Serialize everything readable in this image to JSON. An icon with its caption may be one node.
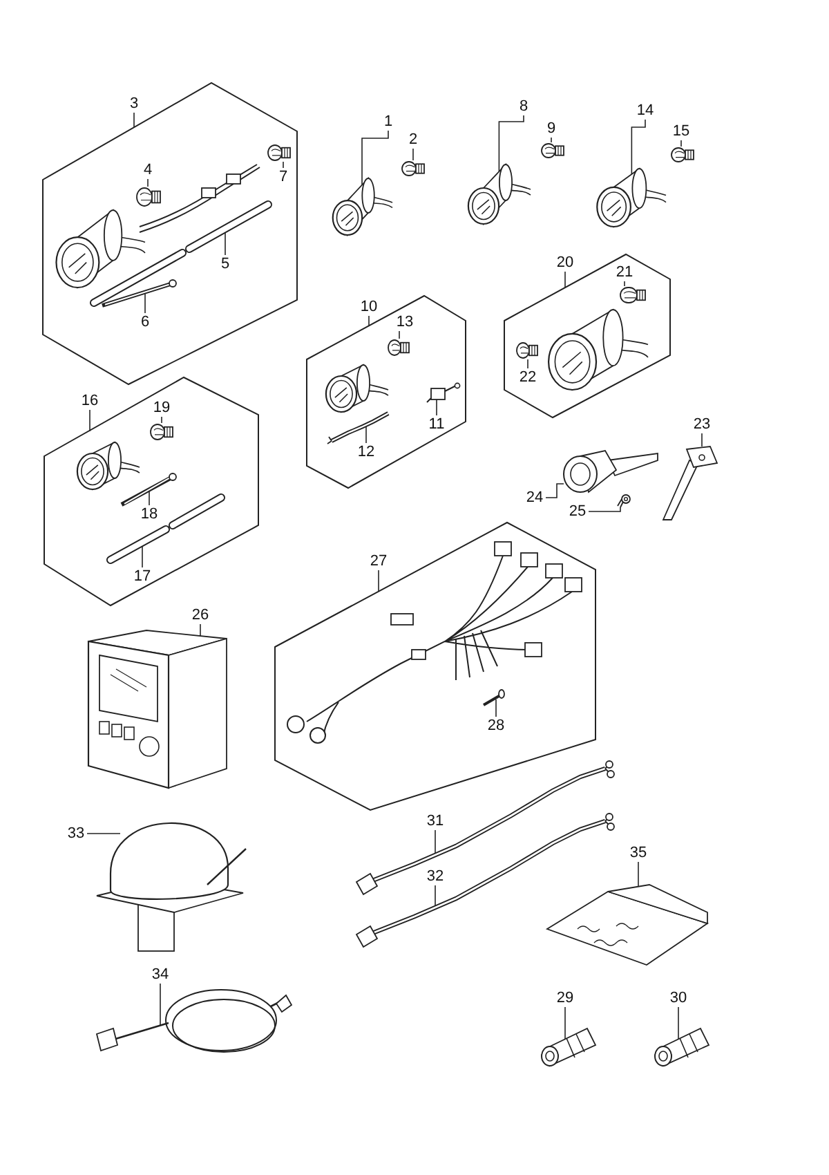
{
  "diagram": {
    "nodes": [
      {
        "text": [
          "3"
        ]
      },
      {
        "text": [],
        "shape": "box"
      },
      {
        "text": [
          "4"
        ],
        "in": 1
      },
      {
        "text": [],
        "shape": "picture",
        "in": 1
      },
      {
        "text": [
          "7"
        ],
        "in": 1
      },
      {
        "text": [],
        "shape": "picture",
        "in": 1
      },
      {
        "text": [
          "5"
        ],
        "in": 1
      },
      {
        "text": [],
        "shape": "picture",
        "in": 1
      },
      {
        "text": [
          "6"
        ],
        "in": 1
      },
      {
        "text": [],
        "shape": "picture",
        "in": 1
      },
      {
        "text": [
          "1"
        ]
      },
      {
        "text": [],
        "shape": "picture"
      },
      {
        "text": [
          "2"
        ]
      },
      {
        "text": [],
        "shape": "picture"
      },
      {
        "text": [
          "8"
        ]
      },
      {
        "text": [],
        "shape": "picture"
      },
      {
        "text": [
          "9"
        ]
      },
      {
        "text": [],
        "shape": "picture"
      },
      {
        "text": [
          "14"
        ]
      },
      {
        "text": [],
        "shape": "picture"
      },
      {
        "text": [
          "15"
        ]
      },
      {
        "text": [],
        "shape": "picture"
      },
      {
        "text": [
          "20"
        ]
      },
      {
        "text": [],
        "shape": "box"
      },
      {
        "text": [
          "21"
        ],
        "in": 23
      },
      {
        "text": [],
        "shape": "picture",
        "in": 23
      },
      {
        "text": [
          "22"
        ],
        "in": 23
      },
      {
        "text": [],
        "shape": "picture",
        "in": 23
      },
      {
        "text": [
          "10"
        ]
      },
      {
        "text": [],
        "shape": "box"
      },
      {
        "text": [
          "13"
        ],
        "in": 29
      },
      {
        "text": [],
        "shape": "picture",
        "in": 29
      },
      {
        "text": [
          "11"
        ],
        "in": 29
      },
      {
        "text": [],
        "shape": "picture",
        "in": 29
      },
      {
        "text": [
          "12"
        ],
        "in": 29
      },
      {
        "text": [],
        "shape": "picture",
        "in": 29
      },
      {
        "text": [
          "16"
        ]
      },
      {
        "text": [],
        "shape": "box"
      },
      {
        "text": [
          "19"
        ],
        "in": 37
      },
      {
        "text": [],
        "shape": "picture",
        "in": 37
      },
      {
        "text": [
          "18"
        ],
        "in": 37
      },
      {
        "text": [],
        "shape": "picture",
        "in": 37
      },
      {
        "text": [
          "17"
        ],
        "in": 37
      },
      {
        "text": [],
        "shape": "picture",
        "in": 37
      },
      {
        "text": [
          "23"
        ]
      },
      {
        "text": [],
        "shape": "picture"
      },
      {
        "text": [
          "24"
        ]
      },
      {
        "text": [],
        "shape": "picture"
      },
      {
        "text": [
          "25"
        ]
      },
      {
        "text": [],
        "shape": "picture"
      },
      {
        "text": [
          "26"
        ]
      },
      {
        "text": [],
        "shape": "picture"
      },
      {
        "text": [
          "27"
        ]
      },
      {
        "text": [],
        "shape": "box"
      },
      {
        "text": [
          "28"
        ],
        "in": 53
      },
      {
        "text": [],
        "shape": "picture",
        "in": 53
      },
      {
        "text": [
          "33"
        ]
      },
      {
        "text": [],
        "shape": "picture"
      },
      {
        "text": [
          "31"
        ]
      },
      {
        "text": [],
        "shape": "picture"
      },
      {
        "text": [
          "32"
        ]
      },
      {
        "text": [],
        "shape": "picture"
      },
      {
        "text": [
          "35"
        ]
      },
      {
        "text": [],
        "shape": "picture"
      },
      {
        "text": [
          "34"
        ]
      },
      {
        "text": [],
        "shape": "picture"
      },
      {
        "text": [
          "29"
        ]
      },
      {
        "text": [],
        "shape": "picture"
      },
      {
        "text": [
          "30"
        ]
      },
      {
        "text": [],
        "shape": "picture"
      }
    ],
    "edges": [
      {
        "from": 0,
        "to": 1,
        "arrow": "none"
      },
      {
        "from": 2,
        "to": 3,
        "arrow": "none"
      },
      {
        "from": 4,
        "to": 5,
        "arrow": "none"
      },
      {
        "from": 6,
        "to": 7,
        "arrow": "none"
      },
      {
        "from": 8,
        "to": 9,
        "arrow": "none"
      },
      {
        "from": 10,
        "to": 11,
        "arrow": "none"
      },
      {
        "from": 12,
        "to": 13,
        "arrow": "none"
      },
      {
        "from": 14,
        "to": 15,
        "arrow": "none"
      },
      {
        "from": 16,
        "to": 17,
        "arrow": "none"
      },
      {
        "from": 18,
        "to": 19,
        "arrow": "none"
      },
      {
        "from": 20,
        "to": 21,
        "arrow": "none"
      },
      {
        "from": 22,
        "to": 23,
        "arrow": "none"
      },
      {
        "from": 24,
        "to": 25,
        "arrow": "none"
      },
      {
        "from": 26,
        "to": 27,
        "arrow": "none"
      },
      {
        "from": 28,
        "to": 29,
        "arrow": "none"
      },
      {
        "from": 30,
        "to": 31,
        "arrow": "none"
      },
      {
        "from": 32,
        "to": 33,
        "arrow": "none"
      },
      {
        "from": 34,
        "to": 35,
        "arrow": "none"
      },
      {
        "from": 36,
        "to": 37,
        "arrow": "none"
      },
      {
        "from": 38,
        "to": 39,
        "arrow": "none"
      },
      {
        "from": 40,
        "to": 41,
        "arrow": "none"
      },
      {
        "from": 42,
        "to": 43,
        "arrow": "none"
      },
      {
        "from": 44,
        "to": 45,
        "arrow": "none"
      },
      {
        "from": 46,
        "to": 47,
        "arrow": "none"
      },
      {
        "from": 48,
        "to": 49,
        "arrow": "none"
      },
      {
        "from": 50,
        "to": 51,
        "arrow": "none"
      },
      {
        "from": 52,
        "to": 53,
        "arrow": "none"
      },
      {
        "from": 54,
        "to": 55,
        "arrow": "none"
      },
      {
        "from": 56,
        "to": 57,
        "arrow": "none"
      },
      {
        "from": 58,
        "to": 59,
        "arrow": "none"
      },
      {
        "from": 60,
        "to": 61,
        "arrow": "none"
      },
      {
        "from": 62,
        "to": 63,
        "arrow": "none"
      },
      {
        "from": 64,
        "to": 65,
        "arrow": "none"
      },
      {
        "from": 66,
        "to": 67,
        "arrow": "none"
      },
      {
        "from": 68,
        "to": 69,
        "arrow": "none"
      }
    ]
  }
}
